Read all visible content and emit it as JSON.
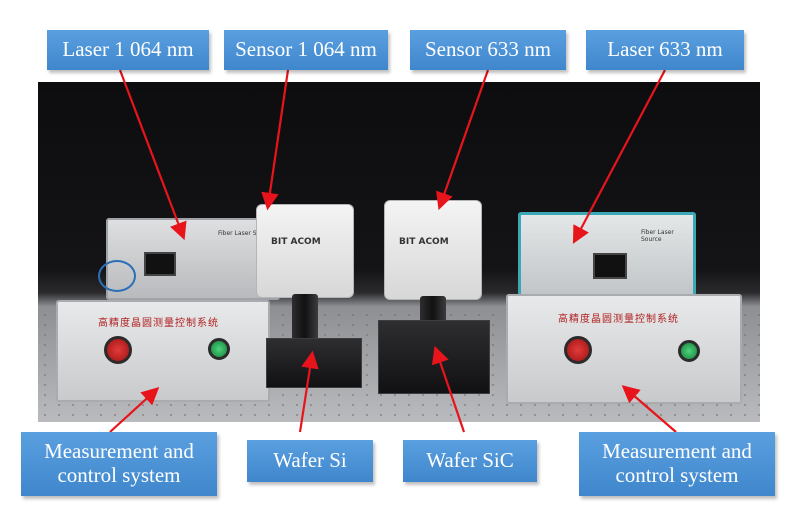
{
  "labels": {
    "laser_1064": "Laser 1 064 nm",
    "sensor_1064": "Sensor 1 064 nm",
    "sensor_633": "Sensor 633 nm",
    "laser_633": "Laser 633 nm",
    "mcs_left_line1": "Measurement and",
    "mcs_left_line2": "control system",
    "wafer_si": "Wafer Si",
    "wafer_sic": "Wafer SiC",
    "mcs_right_line1": "Measurement and",
    "mcs_right_line2": "control system"
  },
  "photo": {
    "brand_left": "BIT ACOM",
    "brand_right": "BIT ACOM",
    "ctrl_title_left": "高精度晶圆测量控制系统",
    "ctrl_title_right": "高精度晶圆测量控制系统",
    "laser_panel_left": "Fiber Laser Source",
    "laser_panel_right": "Fiber Laser Source"
  },
  "colors": {
    "label_bg": "#4a90d4",
    "arrow": "#e8141c"
  }
}
